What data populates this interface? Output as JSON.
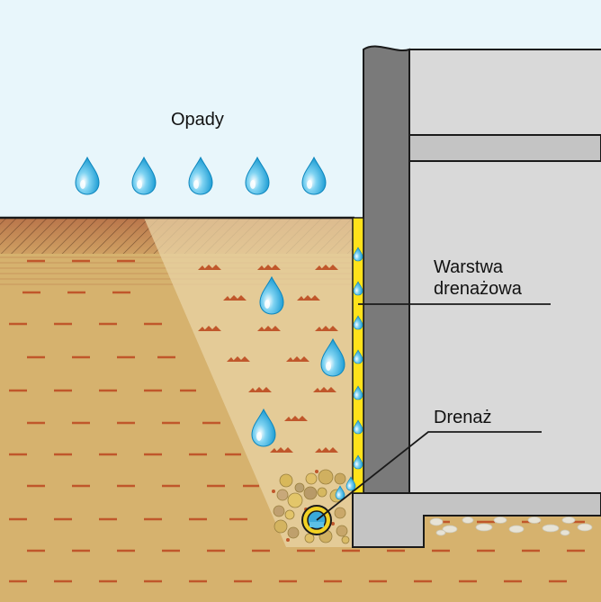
{
  "labels": {
    "precipitation": "Opady",
    "drainage_layer": "Warstwa\ndrenażowa",
    "drainage_layer_line1": "Warstwa",
    "drainage_layer_line2": "drenażowa",
    "drain": "Drenaż"
  },
  "colors": {
    "sky": "#e8f6fb",
    "soil": "#d6b26e",
    "topsoil": "#b9754a",
    "backfill": "#e6cfa0",
    "wall_dark": "#7a7a7a",
    "wall_light": "#d9d9d9",
    "drain_membrane": "#ffe21a",
    "water": "#1ea8de",
    "clay_marks": "#c0572b",
    "outline": "#1a1a1a"
  },
  "icons": {
    "rain_drop": "water-drop-icon",
    "drain_pipe": "drain-pipe-icon"
  }
}
